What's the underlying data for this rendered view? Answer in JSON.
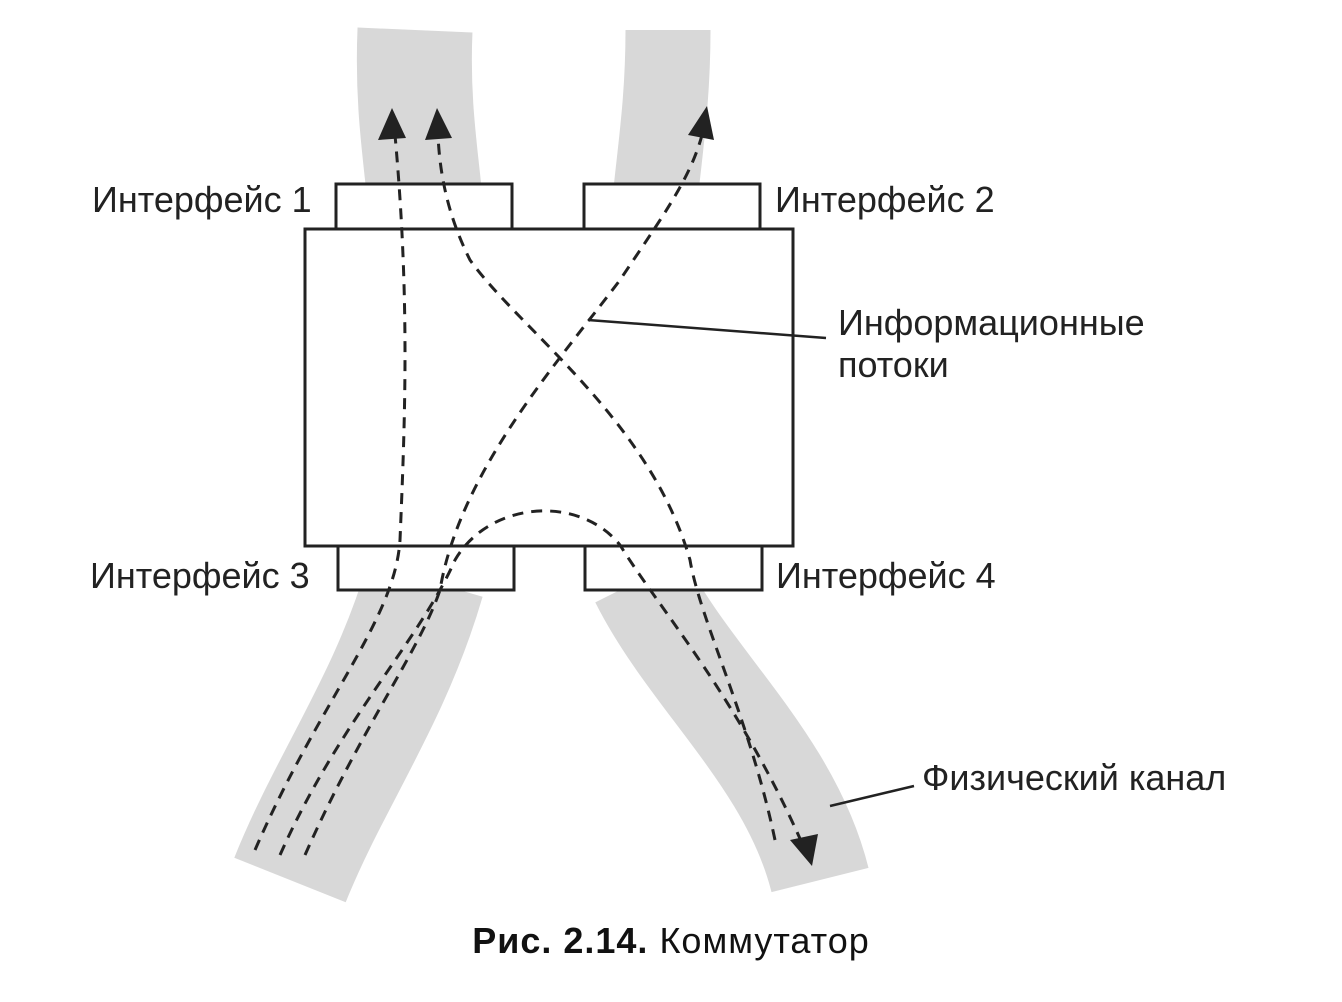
{
  "diagram": {
    "interfaces": [
      "Интерфейс 1",
      "Интерфейс 2",
      "Интерфейс 3",
      "Интерфейс 4"
    ],
    "flows_label_line1": "Информационные",
    "flows_label_line2": "потоки",
    "channel_label": "Физический канал"
  },
  "caption": {
    "number": "Рис. 2.14.",
    "title": "Коммутатор"
  }
}
